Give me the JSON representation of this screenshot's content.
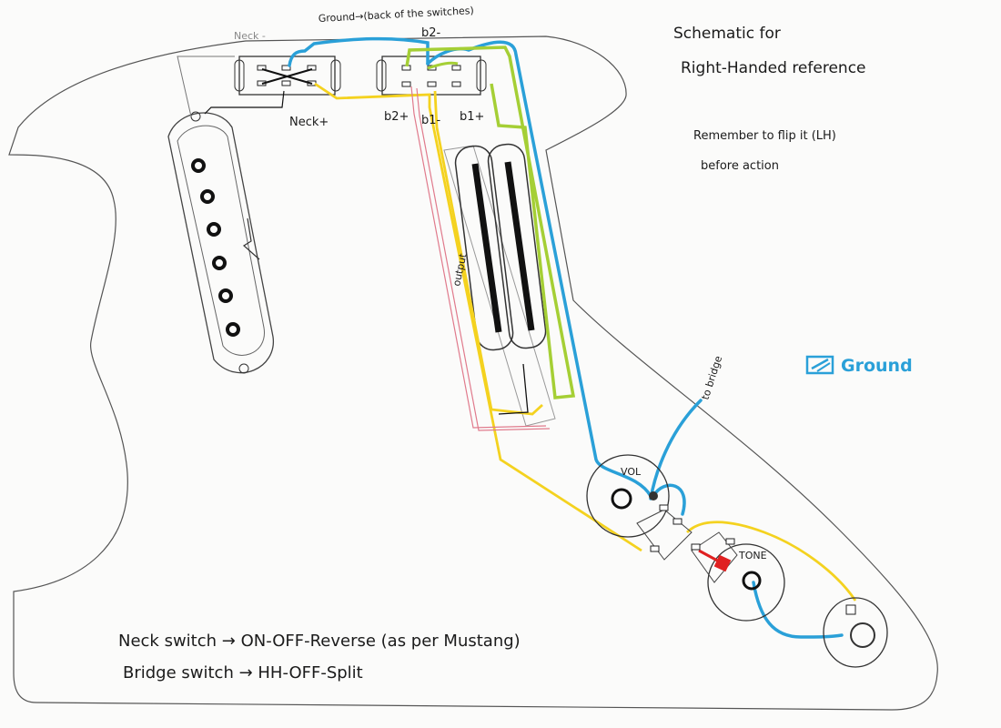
{
  "header": {
    "title_line1": "Schematic for",
    "title_line2": "Right-Handed reference",
    "reminder_line1": "Remember to flip it (LH)",
    "reminder_line2": "before action"
  },
  "legend": {
    "ground_label": "Ground",
    "ground_color": "#2aa0d8"
  },
  "labels": {
    "ground_back": "Ground→(back of the switches)",
    "neck_minus": "Neck -",
    "b2_minus": "b2-",
    "neck_plus": "Neck+",
    "b2_plus": "b2+",
    "b1_minus": "b1-",
    "b1_plus": "b1+",
    "output": "output",
    "to_bridge": "to bridge",
    "vol": "VOL",
    "tone": "TONE"
  },
  "notes": {
    "neck_switch": "Neck switch → ON-OFF-Reverse (as per Mustang)",
    "bridge_switch": "Bridge switch → HH-OFF-Split"
  },
  "wire_colors": {
    "ground": "#2aa0d8",
    "hot": "#f4d21f",
    "green": "#a5cf35",
    "red_pink": "#e07a8c",
    "black": "#1a1a1a",
    "cap_red": "#e02020"
  }
}
